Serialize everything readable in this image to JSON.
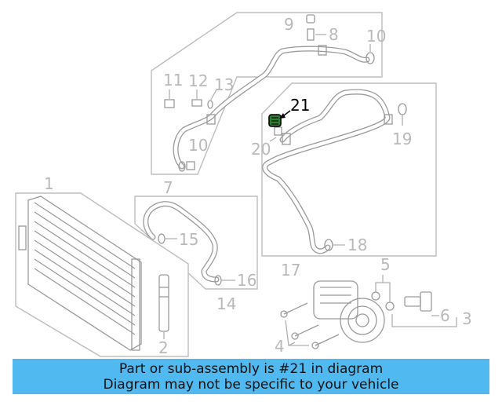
{
  "banner": {
    "line1": "Part or sub-assembly is #21 in diagram",
    "line2": "Diagram may not be specific to your vehicle"
  },
  "callouts": {
    "c1": "1",
    "c2": "2",
    "c3": "3",
    "c4": "4",
    "c5": "5",
    "c6": "6",
    "c7": "7",
    "c8": "8",
    "c9": "9",
    "c10a": "10",
    "c10b": "10",
    "c11": "11",
    "c12": "12",
    "c13": "13",
    "c14": "14",
    "c15": "15",
    "c16": "16",
    "c17": "17",
    "c18": "18",
    "c19": "19",
    "c20": "20",
    "c21": "21"
  },
  "highlight_part": "21",
  "colors": {
    "banner": "#4fb9f0",
    "callout": "#b9b9b9",
    "highlight": "#000000",
    "highlight_part_fill": "#2e7d32"
  }
}
